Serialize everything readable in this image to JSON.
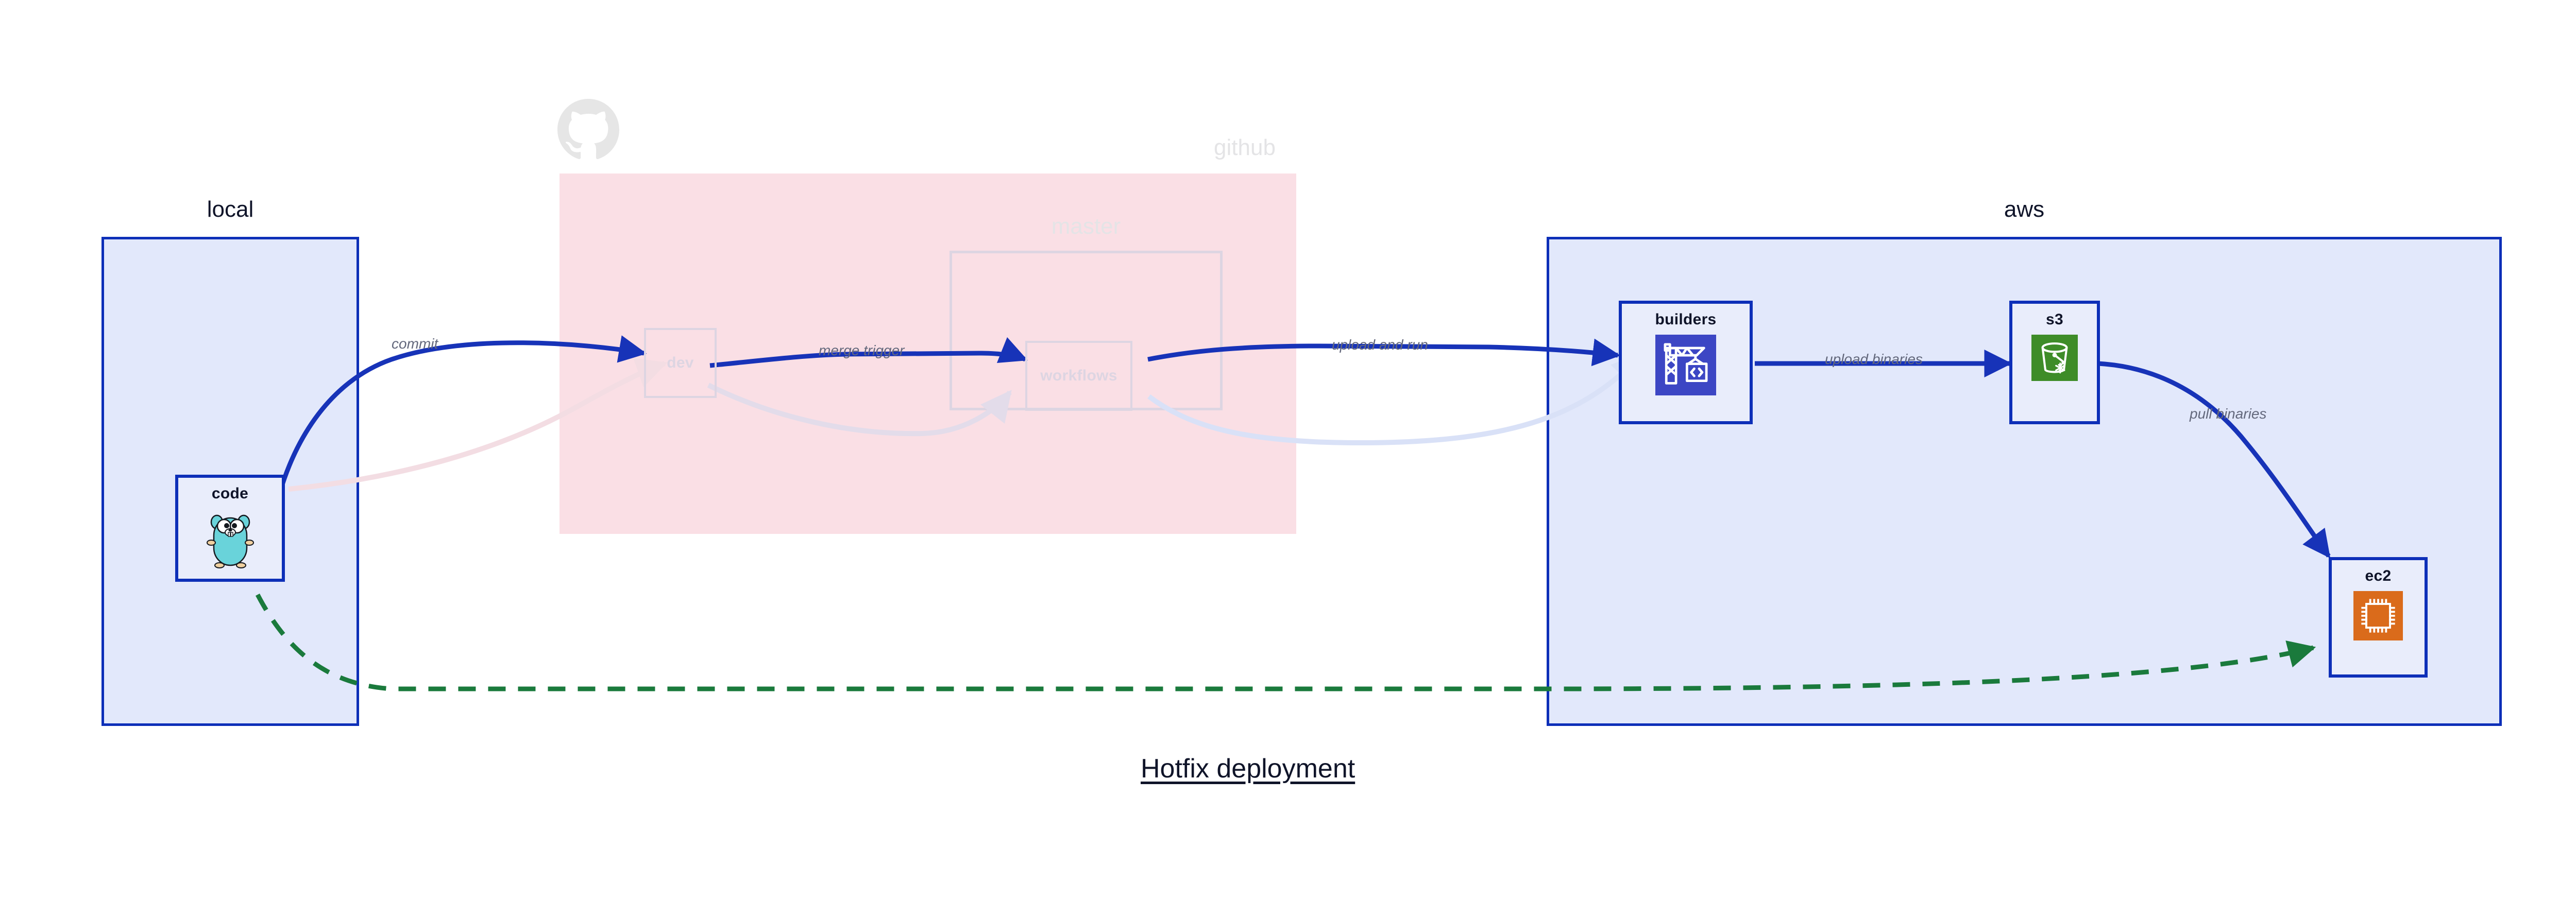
{
  "diagram": {
    "title": "Hotfix deployment",
    "groups": [
      {
        "id": "local",
        "label": "local",
        "faded": false
      },
      {
        "id": "github",
        "label": "github",
        "faded": true
      },
      {
        "id": "master",
        "label": "master",
        "faded": true
      },
      {
        "id": "aws",
        "label": "aws",
        "faded": false
      }
    ],
    "nodes": [
      {
        "id": "code",
        "label": "code",
        "icon": "go-gopher-icon",
        "faded": false
      },
      {
        "id": "dev",
        "label": "dev",
        "icon": "none",
        "faded": true
      },
      {
        "id": "workflows",
        "label": "workflows",
        "icon": "none",
        "faded": true
      },
      {
        "id": "builders",
        "label": "builders",
        "icon": "aws-codebuild-icon",
        "faded": false
      },
      {
        "id": "s3",
        "label": "s3",
        "icon": "aws-s3-glacier-icon",
        "faded": false
      },
      {
        "id": "ec2",
        "label": "ec2",
        "icon": "aws-ec2-icon",
        "faded": false
      }
    ],
    "edges": [
      {
        "id": "commit",
        "label": "commit",
        "from": "code",
        "to": "dev",
        "style": "solid",
        "color": "#1733b8",
        "faded": false
      },
      {
        "id": "merge-trigger",
        "label": "merge trigger",
        "from": "dev",
        "to": "workflows",
        "style": "solid",
        "color": "#1733b8",
        "faded": false
      },
      {
        "id": "upload-and-run",
        "label": "upload and run",
        "from": "workflows",
        "to": "builders",
        "style": "solid",
        "color": "#1733b8",
        "faded": false
      },
      {
        "id": "upload-binaries",
        "label": "upload binaries",
        "from": "builders",
        "to": "s3",
        "style": "solid",
        "color": "#1733b8",
        "faded": false
      },
      {
        "id": "pull-binaries",
        "label": "pull binaries",
        "from": "s3",
        "to": "ec2",
        "style": "solid",
        "color": "#1733b8",
        "faded": false
      },
      {
        "id": "hotfix-direct",
        "label": "",
        "from": "code",
        "to": "ec2",
        "style": "dashed",
        "color": "#1a7a3c",
        "faded": false
      },
      {
        "id": "faded-code-dev",
        "label": "",
        "from": "code",
        "to": "dev",
        "style": "solid",
        "color": "#f0d7de",
        "faded": true
      },
      {
        "id": "faded-dev-wf",
        "label": "",
        "from": "dev",
        "to": "workflows",
        "style": "solid",
        "color": "#e3dcea",
        "faded": true
      },
      {
        "id": "faded-wf-build",
        "label": "",
        "from": "workflows",
        "to": "builders",
        "style": "solid",
        "color": "#d9e1f7",
        "faded": true
      }
    ],
    "colors": {
      "group_fill_blue": "#e2e8fb",
      "group_border_blue": "#0d2fb8",
      "group_fill_pink": "#fadfe5",
      "node_fill": "#e9edfb",
      "edge_blue": "#1733b8",
      "edge_green": "#1a7a3c",
      "label_gray": "#63687c",
      "title_navy": "#0f1429",
      "faded_gray": "#e4e4e6",
      "codebuild_blue": "#3c46c4",
      "s3_green": "#3e8c28",
      "ec2_orange": "#da6b1b",
      "gopher_cyan": "#69d3da"
    }
  }
}
